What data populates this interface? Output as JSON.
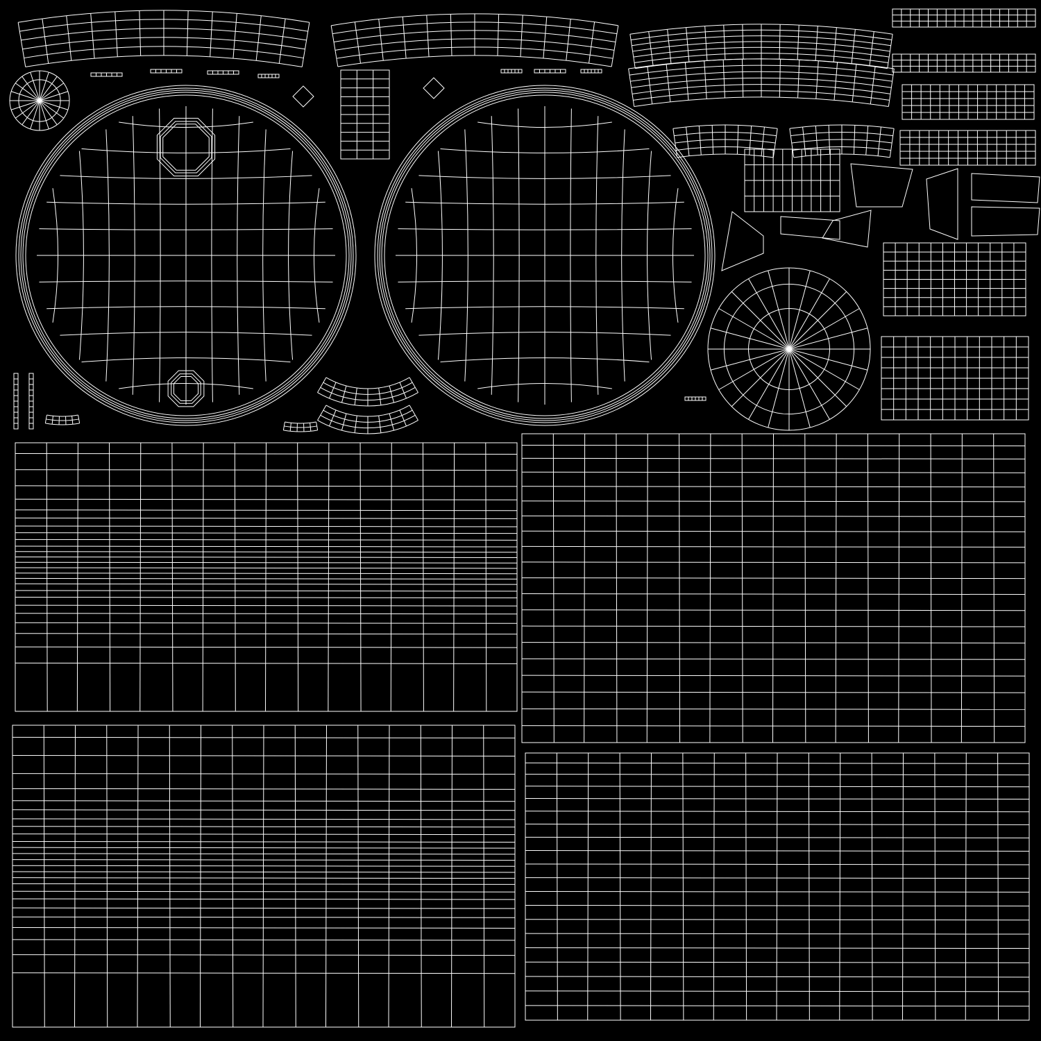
{
  "colors": {
    "background": "#000000",
    "wireframe": "#ffffff"
  },
  "content": {
    "type": "uv-layout-wireframe",
    "islands": [
      "grid-panel",
      "grid-panel",
      "grid-panel",
      "grid-panel",
      "radial-disc",
      "radial-disc",
      "pie-disc",
      "pie-disc",
      "curved-strip",
      "rect-strip",
      "small-part"
    ]
  }
}
